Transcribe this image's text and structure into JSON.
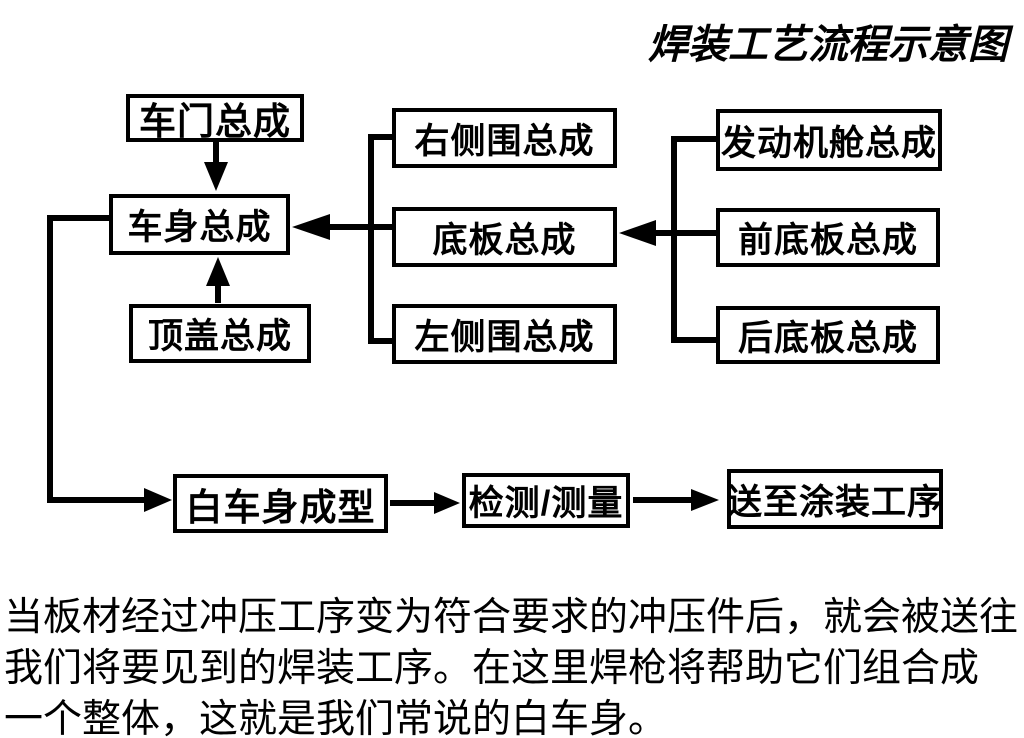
{
  "title": "焊装工艺流程示意图",
  "nodes": {
    "door": {
      "label": "车门总成"
    },
    "body": {
      "label": "车身总成"
    },
    "roof": {
      "label": "顶盖总成"
    },
    "right_side": {
      "label": "右侧围总成"
    },
    "floor": {
      "label": "底板总成"
    },
    "left_side": {
      "label": "左侧围总成"
    },
    "engine_bay": {
      "label": "发动机舱总成"
    },
    "front_floor": {
      "label": "前底板总成"
    },
    "rear_floor": {
      "label": "后底板总成"
    },
    "body_in_white": {
      "label": "白车身成型"
    },
    "inspection": {
      "label": "检测/测量"
    },
    "to_paint": {
      "label": "送至涂装工序"
    }
  },
  "edges": [
    {
      "from": "车门总成",
      "to": "车身总成"
    },
    {
      "from": "顶盖总成",
      "to": "车身总成"
    },
    {
      "from": "右侧围总成/底板总成/左侧围总成",
      "to": "车身总成"
    },
    {
      "from": "发动机舱总成/前底板总成/后底板总成",
      "to": "底板总成"
    },
    {
      "from": "车身总成",
      "to": "白车身成型"
    },
    {
      "from": "白车身成型",
      "to": "检测/测量"
    },
    {
      "from": "检测/测量",
      "to": "送至涂装工序"
    }
  ],
  "caption": {
    "lines": [
      "当板材经过冲压工序变为符合要求的冲压件后，就会被送往",
      "我们将要见到的焊装工序。在这里焊枪将帮助它们组合成",
      "一个整体，这就是我们常说的白车身。"
    ]
  },
  "colors": {
    "ink": "#000000",
    "background": "#ffffff"
  }
}
